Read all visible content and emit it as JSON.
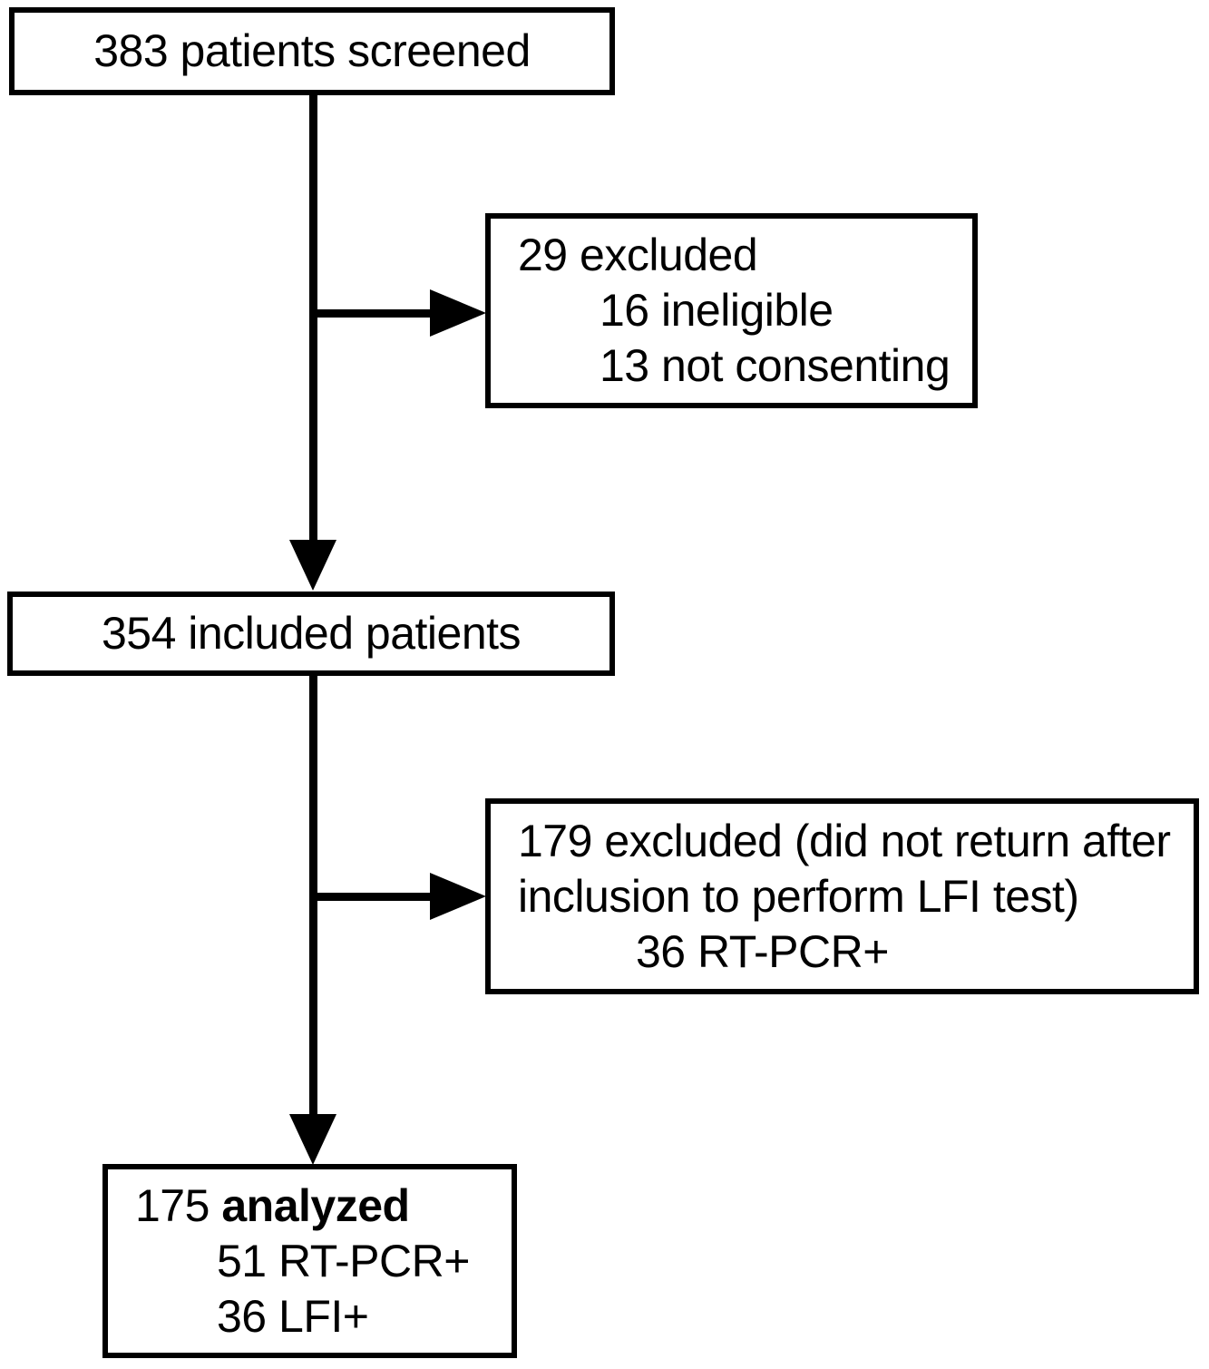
{
  "diagram": {
    "title": "Patient screening and analysis flow diagram",
    "type": "flowchart",
    "stroke_color": "#000000",
    "background_color": "#ffffff",
    "nodes": [
      {
        "id": "screened",
        "lines": [
          {
            "text": "383 patients screened",
            "bold": false,
            "indent": 0
          }
        ]
      },
      {
        "id": "excluded-screening",
        "lines": [
          {
            "text": "29 excluded",
            "bold": false,
            "indent": 0
          },
          {
            "text": "16 ineligible",
            "bold": false,
            "indent": 1
          },
          {
            "text": "13 not consenting",
            "bold": false,
            "indent": 1
          }
        ]
      },
      {
        "id": "included",
        "lines": [
          {
            "text": "354 included patients",
            "bold": false,
            "indent": 0
          }
        ]
      },
      {
        "id": "excluded-followup",
        "lines": [
          {
            "text": "179 excluded (did not return after",
            "bold": false,
            "indent": 0
          },
          {
            "text": "inclusion to perform LFI test)",
            "bold": false,
            "indent": 0
          },
          {
            "text": "36 RT-PCR+",
            "bold": false,
            "indent": 1
          }
        ]
      },
      {
        "id": "analyzed",
        "lines": [
          {
            "text": "175 analyzed",
            "bold": false,
            "indent": 0
          },
          {
            "text": "51 RT-PCR+",
            "bold": false,
            "indent": 1
          },
          {
            "text": "36 LFI+",
            "bold": false,
            "indent": 1
          }
        ]
      }
    ]
  },
  "boxes": {
    "screened": {
      "line_1": "383 patients screened"
    },
    "excluded_screening": {
      "line_1": "29 excluded",
      "line_2": "16 ineligible",
      "line_3": "13 not consenting"
    },
    "included": {
      "line_1": "354 included patients"
    },
    "excluded_followup": {
      "line_1": "179 excluded (did not return after",
      "line_2": "inclusion to perform LFI test)",
      "line_3": "36 RT-PCR+"
    },
    "analyzed": {
      "line_1_count": "175",
      "line_1_label": "analyzed",
      "line_2": "51 RT-PCR+",
      "line_3": "36 LFI+"
    }
  }
}
